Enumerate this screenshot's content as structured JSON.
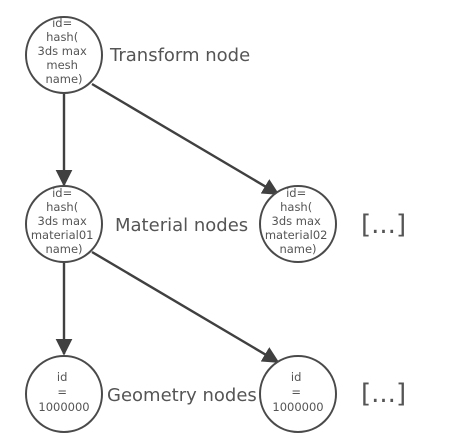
{
  "nodes": {
    "transform": {
      "lines": [
        "id=",
        "hash(",
        "3ds max",
        "mesh",
        "name)"
      ]
    },
    "material01": {
      "lines": [
        "id=",
        "hash(",
        "3ds max",
        "material01",
        "name)"
      ]
    },
    "material02": {
      "lines": [
        "id=",
        "hash(",
        "3ds max",
        "material02",
        "name)"
      ]
    },
    "geometry1": {
      "lines": [
        "id",
        "=",
        "1000000"
      ]
    },
    "geometry2": {
      "lines": [
        "id",
        "=",
        "1000000"
      ]
    }
  },
  "labels": {
    "transform": "Transform node",
    "material": "Material nodes",
    "geometry": "Geometry nodes"
  },
  "ellipsis": {
    "material_row": "[...]",
    "geometry_row": "[...]"
  },
  "edges": [
    {
      "from": "transform",
      "to": "material01"
    },
    {
      "from": "transform",
      "to": "material02"
    },
    {
      "from": "material01",
      "to": "geometry1"
    },
    {
      "from": "material01",
      "to": "geometry2"
    }
  ]
}
